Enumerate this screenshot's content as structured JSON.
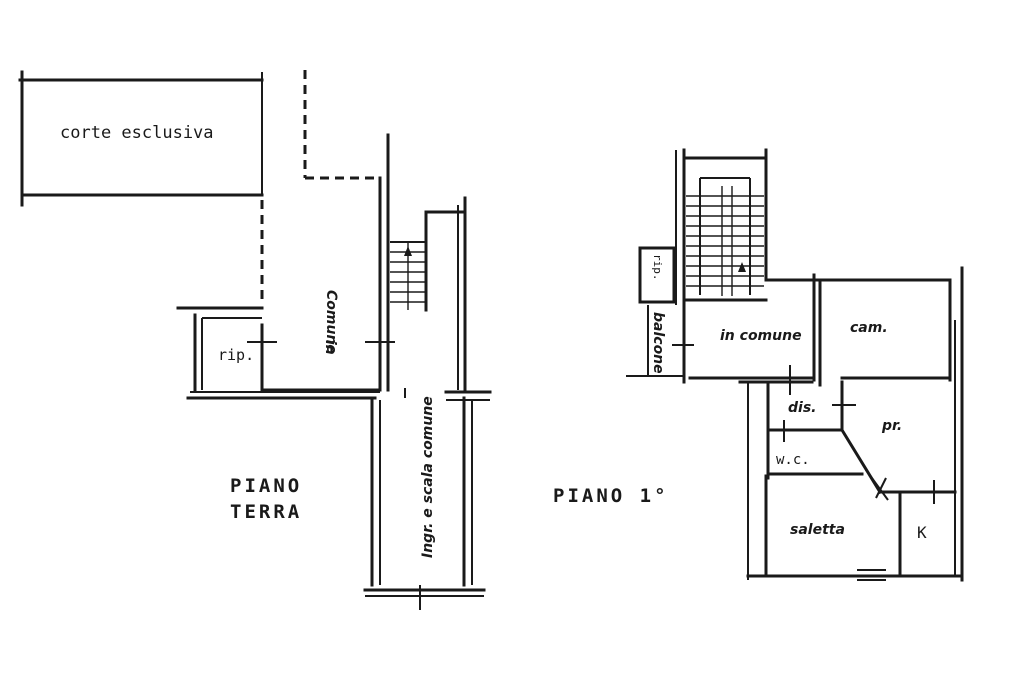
{
  "ground_floor": {
    "title_line1": "PIANO",
    "title_line2": "TERRA",
    "rooms": {
      "courtyard": "corte esclusiva",
      "storage": "rip.",
      "common_area_1": "in",
      "common_area_2": "Comune",
      "entrance_corridor": "Ingr. e scala comune"
    }
  },
  "first_floor": {
    "title": "PIANO 1°",
    "rooms": {
      "storage": "rip.",
      "balcony": "balcone",
      "common_area": "in comune",
      "bedroom": "cam.",
      "hallway": "dis.",
      "main_room": "pr.",
      "bathroom": "w.c.",
      "living_room": "saletta",
      "kitchen": "K"
    }
  }
}
